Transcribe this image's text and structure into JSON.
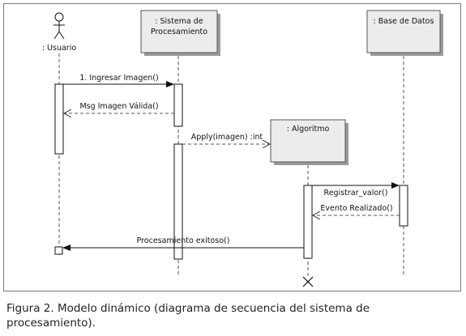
{
  "diagram": {
    "actors": [
      {
        "id": "usuario",
        "label": ": Usuario"
      }
    ],
    "objects": [
      {
        "id": "sistema",
        "label_line1": ": Sistema de",
        "label_line2": "Procesamiento"
      },
      {
        "id": "algoritmo",
        "label": ": Algoritmo"
      },
      {
        "id": "bd",
        "label": ": Base de Datos"
      }
    ],
    "messages": [
      {
        "from": "usuario",
        "to": "sistema",
        "label": "1. Ingresar Imagen()",
        "kind": "synchronous"
      },
      {
        "from": "sistema",
        "to": "usuario",
        "label": "Msg Imagen Válida()",
        "kind": "return"
      },
      {
        "from": "sistema",
        "to": "algoritmo",
        "label": "Apply(imagen) :int",
        "kind": "create"
      },
      {
        "from": "algoritmo",
        "to": "bd",
        "label": "Registrar_valor()",
        "kind": "synchronous"
      },
      {
        "from": "bd",
        "to": "algoritmo",
        "label": "Evento Realizado()",
        "kind": "return"
      },
      {
        "from": "algoritmo",
        "to": "usuario",
        "label": "Procesamiento exitoso()",
        "kind": "synchronous"
      }
    ],
    "colors": {
      "object_fill": "#ececec",
      "line": "#111111",
      "dashed": "#555555"
    }
  },
  "caption": "Figura 2. Modelo dinámico (diagrama de secuencia del sistema de procesamiento)."
}
